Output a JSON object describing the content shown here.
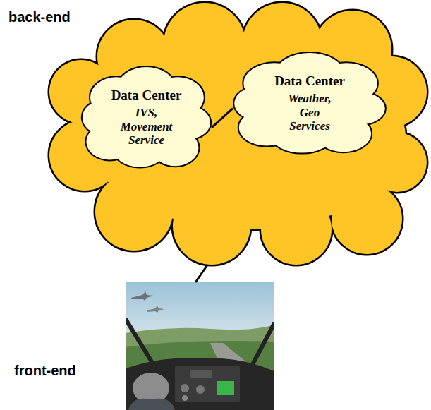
{
  "diagram": {
    "nodes": [
      {
        "text": [
          "back-end"
        ]
      },
      {
        "text": [
          "Data Center",
          "IVS, Movement Service"
        ],
        "in": 0
      },
      {
        "text": [
          "Data Center",
          "Weather, Geo Services"
        ],
        "in": 0
      },
      {
        "text": [
          "front-end"
        ]
      }
    ],
    "edges": [
      {
        "from": 1,
        "to": 2,
        "arrow": "none"
      },
      {
        "from": 0,
        "to": 3,
        "arrow": "none"
      }
    ]
  }
}
